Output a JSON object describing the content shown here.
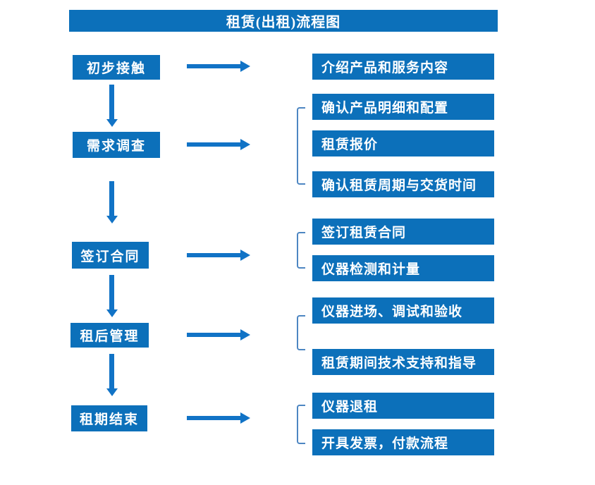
{
  "title": "租赁(出租)流程图",
  "colors": {
    "box": "#0c70ba",
    "arrow": "#1173c6",
    "bracket": "#4d86c2",
    "text": "#ffffff",
    "bg": "#ffffff"
  },
  "steps": [
    {
      "label": "初步接触",
      "outputs": [
        "介绍产品和服务内容"
      ]
    },
    {
      "label": "需求调查",
      "outputs": [
        "确认产品明细和配置",
        "租赁报价",
        "确认租赁周期与交货时间"
      ]
    },
    {
      "label": "签订合同",
      "outputs": [
        "签订租赁合同",
        "仪器检测和计量"
      ]
    },
    {
      "label": "租后管理",
      "outputs": [
        "仪器进场、调试和验收",
        "租赁期间技术支持和指导"
      ]
    },
    {
      "label": "租期结束",
      "outputs": [
        "仪器退租",
        "开具发票，付款流程"
      ]
    }
  ]
}
